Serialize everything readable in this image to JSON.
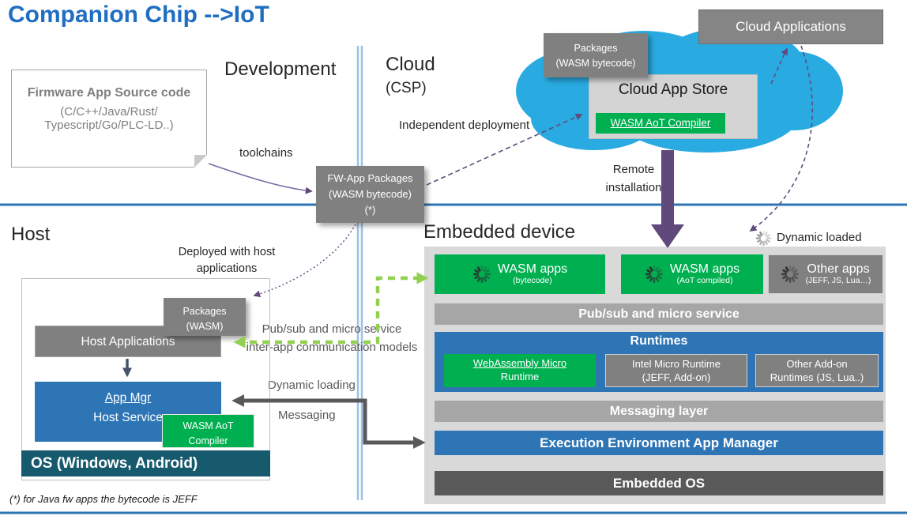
{
  "title": "Companion Chip -->IoT",
  "sections": {
    "development": "Development",
    "cloud": "Cloud",
    "cloud_csp": "(CSP)",
    "host": "Host",
    "embedded_device": "Embedded device"
  },
  "firmware": {
    "title": "Firmware App Source code",
    "line2": "(C/C++/Java/Rust/",
    "line3": "Typescript/Go/PLC-LD..)"
  },
  "fw_packages": {
    "line1": "FW-App Packages",
    "line2": "(WASM bytecode)",
    "line3": "(*)"
  },
  "cloud": {
    "applications": "Cloud Applications",
    "packages_callout": {
      "line1": "Packages",
      "line2": "(WASM bytecode)"
    },
    "app_store": "Cloud App Store",
    "wasm_aot_compiler": "WASM AoT Compiler"
  },
  "host": {
    "deployed_label": "Deployed with host applications",
    "packages_callout": {
      "line1": "Packages",
      "line2": "(WASM)"
    },
    "applications": "Host Applications",
    "app_mgr": {
      "line1": "App Mgr",
      "line2": "Host Service"
    },
    "aot_compiler": {
      "line1": "WASM AoT",
      "line2": "Compiler"
    },
    "os_bar": "OS (Windows, Android)"
  },
  "labels": {
    "toolchains": "toolchains",
    "independent_deployment": "Independent deployment",
    "remote_installation": "Remote installation",
    "dynamic_loaded": "Dynamic loaded",
    "pubsub_line1": "Pub/sub and micro service",
    "pubsub_line2": "inter-app communication models",
    "dynamic_loading": "Dynamic loading",
    "messaging": "Messaging",
    "footnote": "(*) for Java fw apps the bytecode is JEFF"
  },
  "embedded": {
    "apps": [
      {
        "title": "WASM apps",
        "sub": "(bytecode)"
      },
      {
        "title": "WASM apps",
        "sub": "(AoT compiled)"
      },
      {
        "title": "Other apps",
        "sub": "(JEFF, JS, Lua…)"
      }
    ],
    "pubsub_bar": "Pub/sub and micro service",
    "runtimes_title": "Runtimes",
    "runtimes": [
      {
        "line1": "WebAssembly Micro",
        "line2": "Runtime"
      },
      {
        "line1": "Intel Micro Runtime",
        "line2": "(JEFF, Add-on)"
      },
      {
        "line1": "Other Add-on",
        "line2": "Runtimes (JS, Lua..)"
      }
    ],
    "messaging_bar": "Messaging layer",
    "execution_bar": "Execution Environment App Manager",
    "os_bar": "Embedded OS"
  },
  "colors": {
    "title_blue": "#1f6ec1",
    "cloud_blue": "#29abe2",
    "green": "#00b050",
    "blue_bar": "#2e75b6",
    "gray_box": "#808080",
    "light_gray_panel": "#d9d9d9",
    "bar_gray": "#a6a6a6",
    "dark_gray": "#595959",
    "os_teal": "#175a6d",
    "purple": "#604a7b",
    "green_arrow": "#92d050"
  }
}
